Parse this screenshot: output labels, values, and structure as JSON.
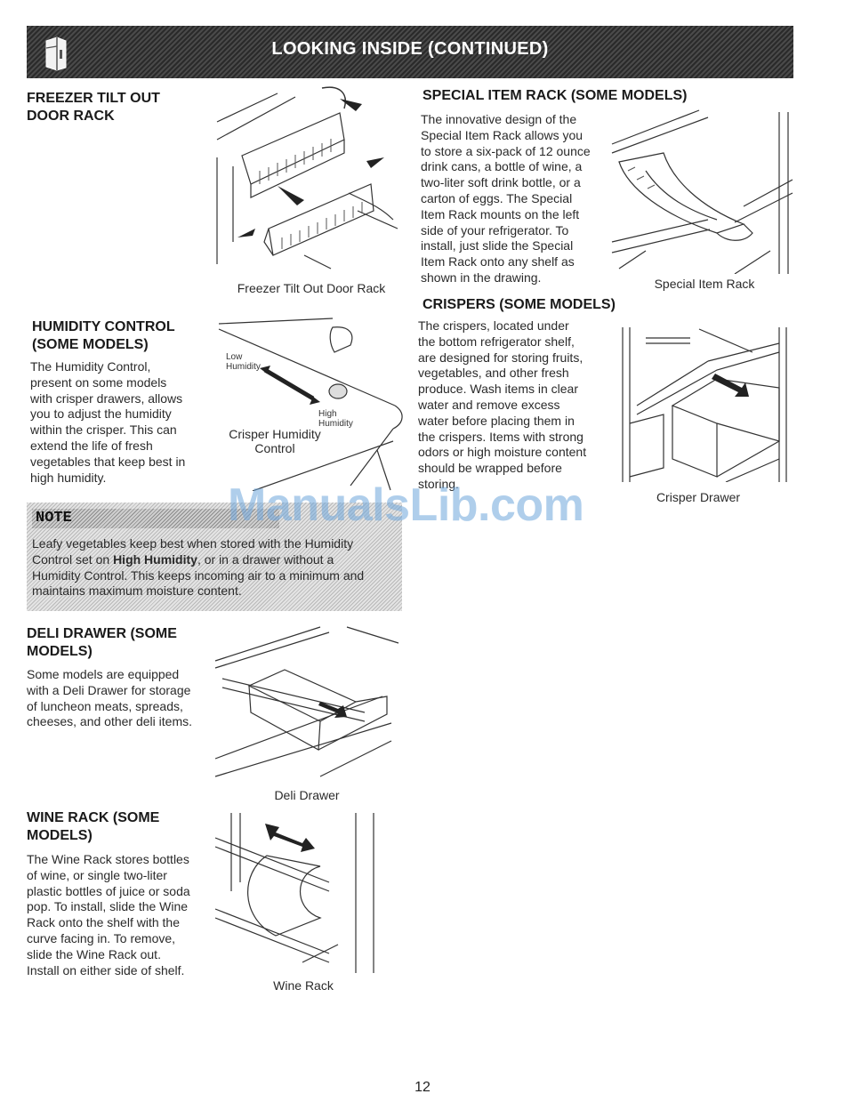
{
  "header": {
    "title": "LOOKING INSIDE (CONTINUED)",
    "icon": "refrigerator-icon"
  },
  "freezer_rack": {
    "heading_lines": [
      "FREEZER TILT OUT",
      "DOOR RACK"
    ],
    "caption": "Freezer Tilt Out Door Rack"
  },
  "humidity": {
    "heading_lines": [
      "HUMIDITY CONTROL",
      "(SOME MODELS)"
    ],
    "text_lines": [
      "The Humidity Control,",
      "present on some models",
      "with crisper drawers, allows",
      "you to adjust the humidity",
      "within the crisper. This can",
      "extend the life of fresh",
      "vegetables that keep best in",
      "high humidity."
    ],
    "figure_label_low": [
      "Low",
      "Humidity"
    ],
    "figure_label_high": [
      "High",
      "Humidity"
    ],
    "caption_lines": [
      "Crisper Humidity",
      "Control"
    ]
  },
  "note": {
    "title": "NOTE",
    "line1": "Leafy vegetables keep best when stored with the Humidity",
    "line2_pre": "Control set on ",
    "line2_bold": "High Humidity",
    "line2_post": ", or in a drawer without a",
    "line3": "Humidity Control. This keeps incoming air to a minimum and",
    "line4": "maintains maximum moisture content."
  },
  "watermark": "ManualsLib.com",
  "deli": {
    "heading_lines": [
      "DELI DRAWER (SOME",
      "MODELS)"
    ],
    "text_lines": [
      "Some models are equipped",
      "with a Deli Drawer for storage",
      "of luncheon meats, spreads,",
      "cheeses, and other deli items."
    ],
    "caption": "Deli Drawer"
  },
  "wine": {
    "heading_lines": [
      "WINE RACK (SOME",
      "MODELS)"
    ],
    "text_lines": [
      "The Wine Rack stores bottles",
      "of wine, or single two-liter",
      "plastic bottles of juice or soda",
      "pop. To install, slide the Wine",
      "Rack onto the shelf with the",
      "curve facing in. To remove,",
      "slide the Wine Rack out.",
      "Install on either side of shelf."
    ],
    "caption": "Wine Rack"
  },
  "special": {
    "heading": "SPECIAL ITEM RACK (SOME MODELS)",
    "text_lines": [
      "The innovative design of the",
      "Special Item Rack allows you",
      "to store a six-pack of 12 ounce",
      "drink cans, a bottle of wine, a",
      "two-liter soft drink bottle, or a",
      "carton of eggs. The Special",
      "Item Rack mounts on the left",
      "side of your refrigerator. To",
      "install, just slide the Special",
      "Item Rack onto any shelf as",
      "shown in the drawing."
    ],
    "caption": "Special Item Rack"
  },
  "crispers": {
    "heading": "CRISPERS (SOME MODELS)",
    "text_lines": [
      "The crispers, located under",
      "the bottom refrigerator  shelf,",
      "are designed for storing fruits,",
      "vegetables, and other fresh",
      "produce. Wash items in clear",
      "water and remove excess",
      "water before  placing them in",
      "the crispers. Items with strong",
      "odors or high moisture content",
      "should be wrapped before",
      "storing."
    ],
    "caption": "Crisper Drawer"
  },
  "page_number": "12"
}
